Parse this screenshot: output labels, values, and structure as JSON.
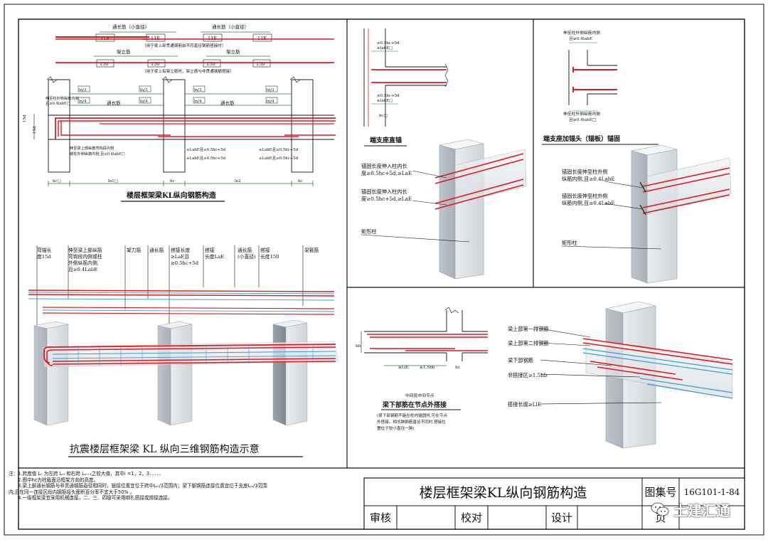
{
  "sheet": {
    "title": "楼层框架梁KL纵向钢筋构造",
    "atlas_label": "图集号",
    "atlas_no": "16G101-1-84",
    "page_label": "页",
    "review_label": "审核",
    "check_label": "校对",
    "design_label": "设计",
    "watermark": "土建汇通"
  },
  "notes": [
    "注：1.跨度值 Lₙ 为左跨 Lₙᵢ 和右跨 Lₙᵢ₊₁之较大值，其中i =1，2，3．．．．．",
    "　　2.图中hc为柱截面沿框架方向的高度。",
    "　　3.梁上部通长钢筋与非贯通钢筋直径相同时，链接位置宜位于跨中Lₙᵢ/3范围内；梁下部钢筋连接位置宜位于支座Lₙᵢ/3范围",
    "内;且在同一连接区段内钢筋接头面积百分率不宜大于50% 。",
    "　　4.一级框架梁宜采用机械连接，二、三、四级可采用绑扎搭接或焊接连接。"
  ],
  "elevation": {
    "title": "楼层框架梁KL纵向钢筋构造",
    "top_label_left": "通长筋（小直径）",
    "top_label_right": "通长筋（小直径）",
    "top_note": "（用于梁上部贯通钢筋由不同直径钢筋搭接时）",
    "second_label_left": "架立筋",
    "second_label_right": "架立筋",
    "second_note": "（用于梁上有架立筋时，架立筋与非贯通钢筋搭接）",
    "lap_dim": "11E",
    "lap_150": "150",
    "ln3": "ln/3",
    "ln4": "ln/4",
    "thru_bar": "通长筋",
    "left_anchor_note_1": "伸至柱外侧纵筋内侧",
    "left_anchor_note_2": "且≥0.4labE□",
    "bottom_anchor_note_1": "伸至梁上部纵筋弯钩段内侧",
    "bottom_anchor_note_2": "或柱外侧纵筋内侧,且≥0.4labE□",
    "lae_note_1": "≥LabE且≥0.5hc+5d",
    "lae_note_2": "≥LabE且≥0.5hc+5d",
    "lae_note_3": "≥LabE且≥0.5hc+5d",
    "lae_note_4": "≥LabE且≥0.5hc+5d",
    "hc_left": "hc□",
    "ln1": "ln1□",
    "hc_mid": "hc",
    "ln2": "ln2",
    "hc_right": "hc",
    "side_15d": "15d",
    "side_15d2": "15d"
  },
  "end_straight": {
    "title": "端支座直锚",
    "top_note_1": "≥0.5hc+5d",
    "top_note_2": "≥labE□",
    "bottom_note_1": "≥0.5hc+5d",
    "bottom_note_2": "≥labE□",
    "hc": "hc□",
    "call_1": "锚固长度伸入柱内长",
    "call_1b": "度≥0.5hc+5d,≥LaE",
    "call_2": "锚固长度伸入柱内长",
    "call_2b": "度≥0.5hc+5d,≥LaE",
    "column": "矩形柱"
  },
  "end_head": {
    "title": "端支座加锚头（锚板）锚固",
    "top_note_1": "伸至柱外侧纵筋内侧",
    "top_note_2": "且≥0.4labE",
    "bottom_note_1": "伸至柱外侧纵筋内侧",
    "bottom_note_2": "且≥0.4labE□",
    "call_1": "锚固长度伸至柱外侧",
    "call_1b": "纵筋内侧,且≥0.4LabE",
    "call_2": "锚固长度伸至柱外侧",
    "call_2b": "纵筋内侧,且≥0.4LabE",
    "column": "矩形柱"
  },
  "three_d": {
    "title": "抗震楼层框架梁 KL 纵向三维钢筋构造示意",
    "lbl_1a": "弯锚长",
    "lbl_1b": "度15d",
    "lbl_2a": "伸至梁上部纵筋",
    "lbl_2b": "弯钩段内侧或柱",
    "lbl_2c": "外侧纵筋内侧,",
    "lbl_2d": "且≥0.4LabE",
    "lbl_3": "架力筋",
    "lbl_4": "通长筋",
    "lbl_5a": "搭接长度",
    "lbl_5b": "≥LaE且",
    "lbl_5c": "≥0.5hc+5d",
    "lbl_6a": "搭接",
    "lbl_6b": "长度LaE",
    "lbl_7a": "通长筋",
    "lbl_7b": "(小直径)",
    "lbl_8a": "搭接",
    "lbl_8b": "长度150",
    "lbl_9": "梁箍筋"
  },
  "mid_node": {
    "caption": "中间层中间节点",
    "title": "梁下部筋在节点外搭接",
    "note_1": "(梁下部钢筋不能在柱内锚固时,可在节点",
    "note_2": "外搭接。相邻跨钢筋直径不同时,搭接位",
    "note_3": "置位于较小直径一跨)",
    "hb": "hb",
    "dim_1": "≥LlE",
    "dim_2": "≥1.5hb",
    "dim_hc": "hc",
    "call_1": "梁上部第一排钢筋",
    "call_2": "梁上部第二排钢筋",
    "call_3": "梁下部钢筋",
    "call_4": "非搭接区≥1.5hb",
    "call_5": "搭接长度≥LlE"
  },
  "colors": {
    "rebar": "#e0191f",
    "stirrup": "#3a9bd6",
    "line": "#111111",
    "dim": "#1a8a2e",
    "column": "#d8dde2"
  }
}
